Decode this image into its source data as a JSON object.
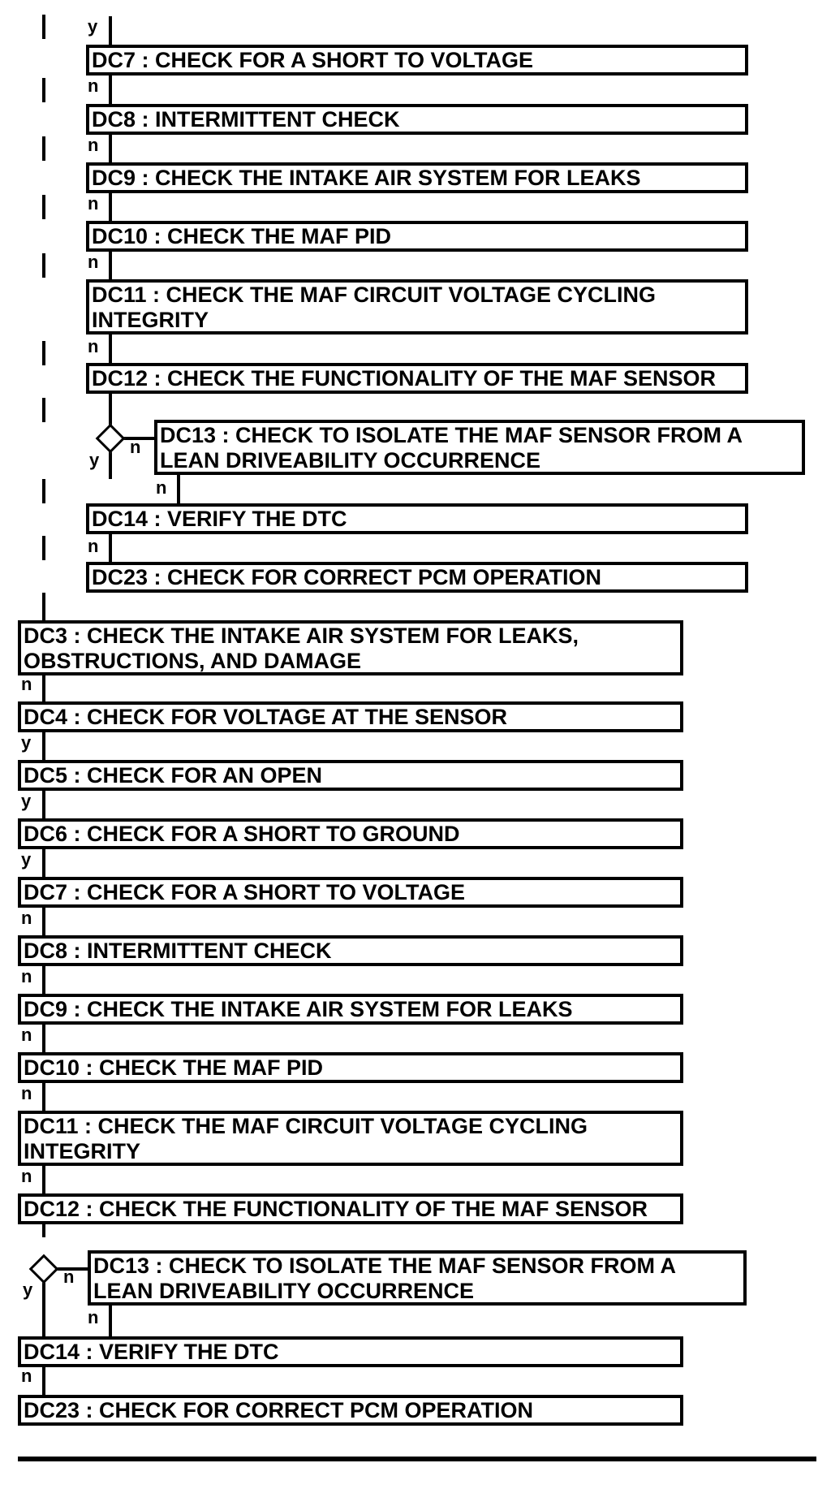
{
  "upper": {
    "steps": [
      "DC7 : CHECK FOR A SHORT TO VOLTAGE",
      "DC8 : INTERMITTENT CHECK",
      "DC9 : CHECK THE INTAKE AIR SYSTEM FOR LEAKS",
      "DC10 : CHECK THE MAF PID",
      "DC11 : CHECK THE MAF CIRCUIT VOLTAGE CYCLING\nINTEGRITY",
      "DC12 : CHECK THE FUNCTIONALITY OF THE MAF SENSOR",
      "DC13 : CHECK TO ISOLATE THE MAF SENSOR FROM A\nLEAN DRIVEABILITY OCCURRENCE",
      "DC14 : VERIFY THE DTC",
      "DC23 : CHECK FOR CORRECT PCM OPERATION"
    ]
  },
  "lower": {
    "steps": [
      "DC3 : CHECK THE INTAKE AIR SYSTEM FOR LEAKS,\nOBSTRUCTIONS, AND DAMAGE",
      "DC4 : CHECK FOR VOLTAGE AT THE SENSOR",
      "DC5 : CHECK FOR AN OPEN",
      "DC6 : CHECK FOR A SHORT TO GROUND",
      "DC7 : CHECK FOR A SHORT TO VOLTAGE",
      "DC8 : INTERMITTENT CHECK",
      "DC9 : CHECK THE INTAKE AIR SYSTEM FOR LEAKS",
      "DC10 : CHECK THE MAF PID",
      "DC11 : CHECK THE MAF CIRCUIT VOLTAGE CYCLING\nINTEGRITY",
      "DC12 : CHECK THE FUNCTIONALITY OF THE MAF SENSOR",
      "DC13 : CHECK TO ISOLATE THE MAF SENSOR FROM A\nLEAN DRIVEABILITY OCCURRENCE",
      "DC14 : VERIFY THE DTC",
      "DC23 : CHECK FOR CORRECT PCM OPERATION"
    ]
  },
  "labels": {
    "yes": "y",
    "no": "n"
  }
}
